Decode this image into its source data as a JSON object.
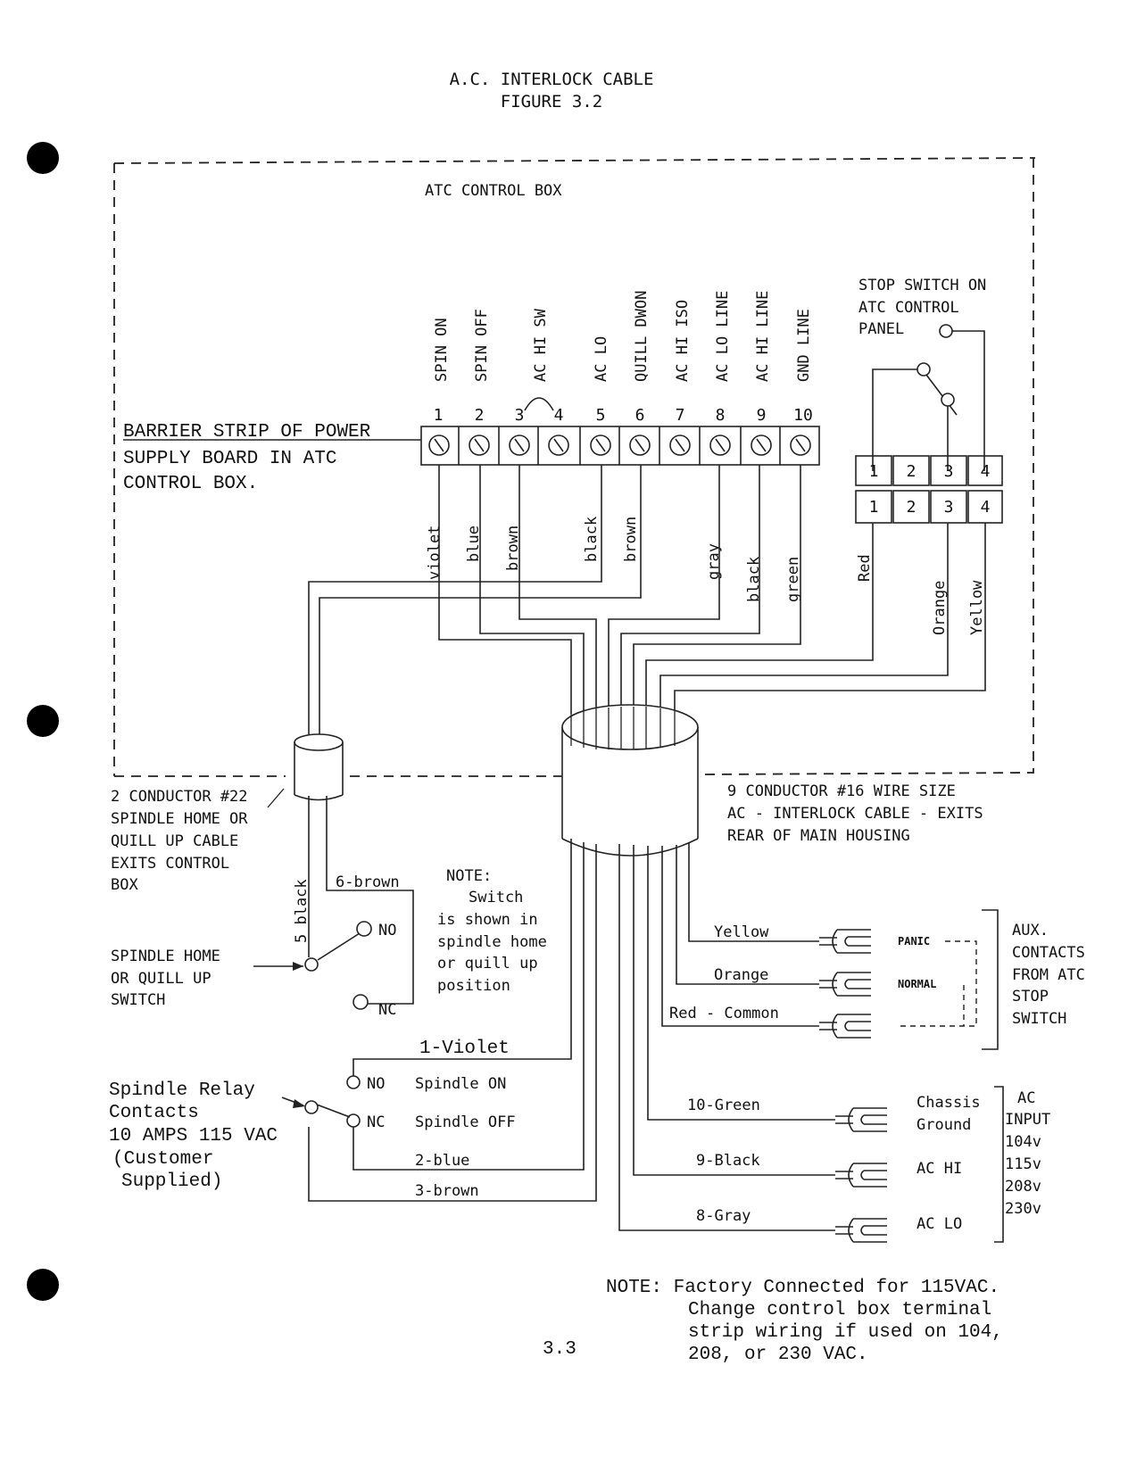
{
  "title": "A.C. INTERLOCK CABLE",
  "figure": "FIGURE 3.2",
  "control_box_label": "ATC CONTROL BOX",
  "barrier_strip": {
    "label_lines": [
      "BARRIER STRIP OF POWER",
      "SUPPLY BOARD IN ATC",
      "CONTROL BOX."
    ],
    "terminals": [
      {
        "num": "1",
        "name": "SPIN ON"
      },
      {
        "num": "2",
        "name": "SPIN OFF"
      },
      {
        "num": "3",
        "name": ""
      },
      {
        "num": "4",
        "name": ""
      },
      {
        "num": "5",
        "name": "AC LO"
      },
      {
        "num": "6",
        "name": "QUILL DWON"
      },
      {
        "num": "7",
        "name": "AC HI ISO"
      },
      {
        "num": "8",
        "name": "AC LO LINE"
      },
      {
        "num": "9",
        "name": "AC HI LINE"
      },
      {
        "num": "10",
        "name": "GND LINE"
      }
    ],
    "bridge_label": "AC HI SW",
    "wire_colors": [
      "violet",
      "blue",
      "brown",
      "black",
      "brown",
      "gray",
      "black",
      "green"
    ]
  },
  "stop_switch": {
    "label_lines": [
      "STOP SWITCH ON",
      "ATC CONTROL",
      "PANEL"
    ],
    "terminals": [
      "1",
      "2",
      "3",
      "4"
    ],
    "wire_colors": [
      "Red",
      "Orange",
      "Yellow"
    ]
  },
  "cable_2_conductor": [
    "2 CONDUCTOR #22",
    "SPINDLE HOME OR",
    "QUILL UP CABLE",
    "EXITS CONTROL",
    "BOX"
  ],
  "cable_9_conductor": [
    "9 CONDUCTOR #16 WIRE SIZE",
    "AC - INTERLOCK CABLE - EXITS",
    "REAR OF MAIN HOUSING"
  ],
  "spindle_home": {
    "wire_black": "5 black",
    "wire_brown": "6-brown",
    "no": "NO",
    "nc": "NC",
    "label_lines": [
      "SPINDLE HOME",
      "OR QUILL UP",
      "SWITCH"
    ]
  },
  "note_switch": [
    "NOTE:",
    "Switch",
    "is shown in",
    "spindle home",
    "or quill up",
    "position"
  ],
  "relay": {
    "label_lines": [
      "Spindle Relay",
      "Contacts",
      "10 AMPS 115 VAC",
      "(Customer",
      "Supplied)"
    ],
    "no": "NO",
    "nc": "NC",
    "no_desc": "Spindle ON",
    "nc_desc": "Spindle OFF",
    "wires": [
      "1-Violet",
      "2-blue",
      "3-brown"
    ]
  },
  "aux": {
    "wires": [
      "Yellow",
      "Orange",
      "Red - Common"
    ],
    "panic": "PANIC",
    "normal": "NORMAL",
    "label_lines": [
      "AUX.",
      "CONTACTS",
      "FROM ATC",
      "STOP",
      "SWITCH"
    ]
  },
  "ac_input": {
    "wires": [
      "10-Green",
      "9-Black",
      "8-Gray"
    ],
    "terminals": [
      "Chassis",
      "Ground",
      "AC HI",
      "AC LO"
    ],
    "label_lines": [
      "AC",
      "INPUT",
      "104v",
      "115v",
      "208v",
      "230v"
    ]
  },
  "note_factory": [
    "NOTE: Factory Connected for 115VAC.",
    "Change control box terminal",
    "strip wiring if used on 104,",
    "208, or 230 VAC."
  ],
  "page_number": "3.3"
}
